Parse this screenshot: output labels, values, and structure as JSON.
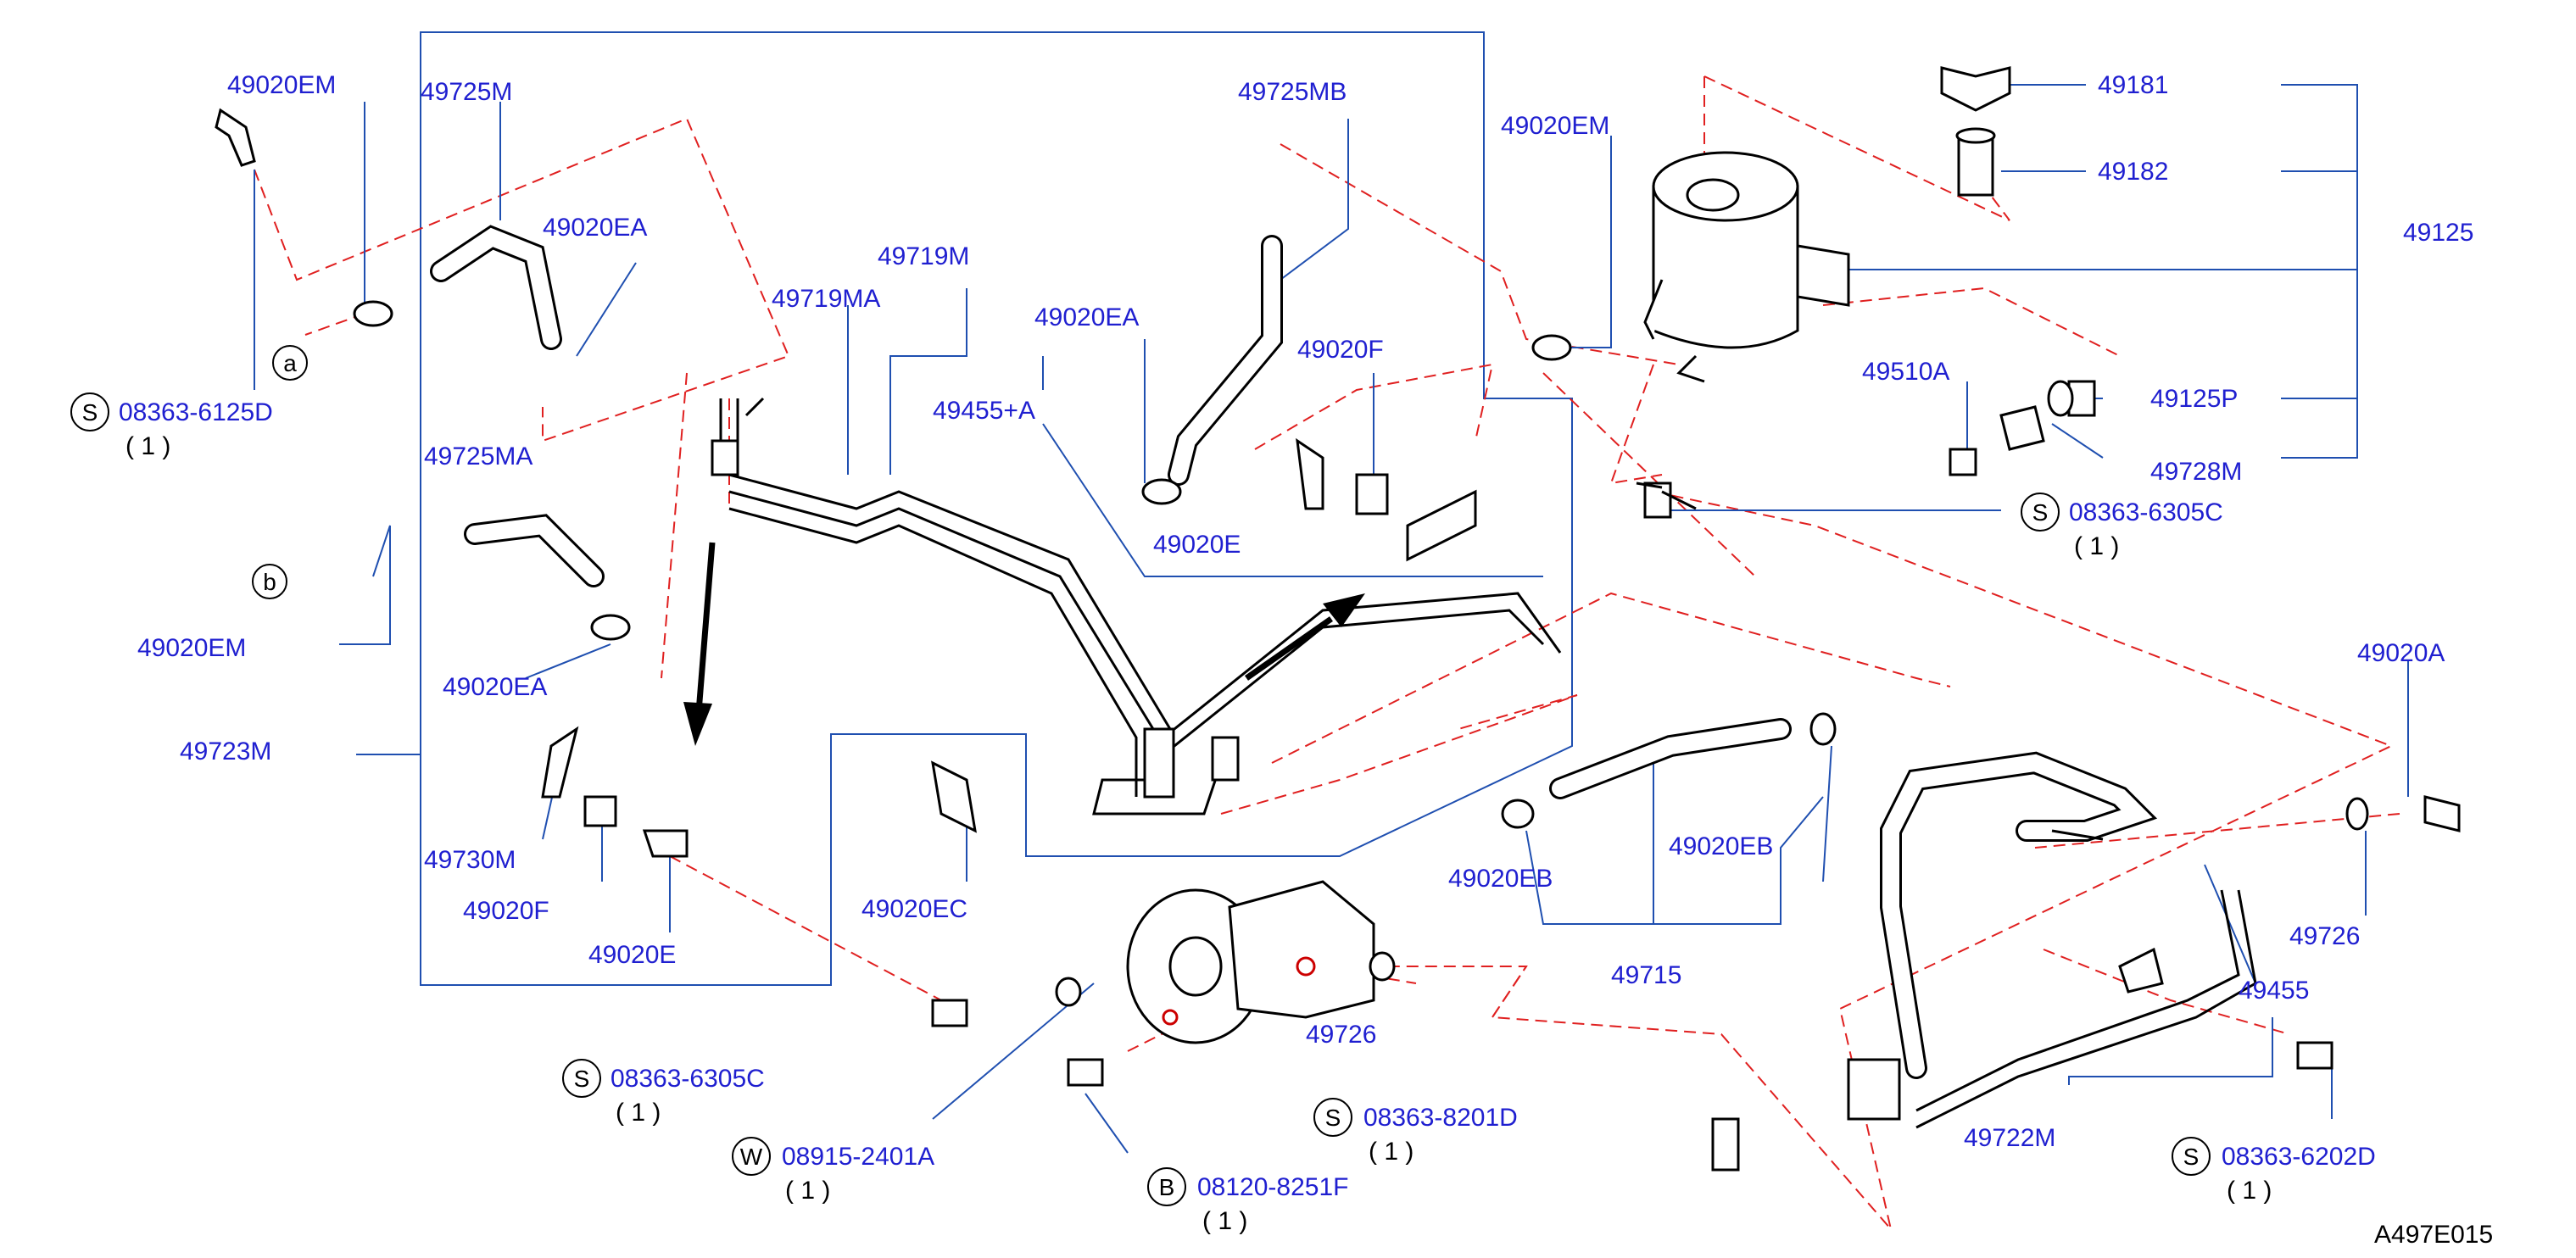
{
  "diagram": {
    "ref_code": "A497E015",
    "parts": [
      {
        "id": "p-49020EM-top",
        "label": "49020EM"
      },
      {
        "id": "p-49725M",
        "label": "49725M"
      },
      {
        "id": "p-49020EA-1",
        "label": "49020EA"
      },
      {
        "id": "p-49719MA",
        "label": "49719MA"
      },
      {
        "id": "p-49719M",
        "label": "49719M"
      },
      {
        "id": "p-49020EA-2",
        "label": "49020EA"
      },
      {
        "id": "p-49725MB",
        "label": "49725MB"
      },
      {
        "id": "p-49455A",
        "label": "49455+A"
      },
      {
        "id": "p-49020F-top",
        "label": "49020F"
      },
      {
        "id": "p-49020E-top",
        "label": "49020E"
      },
      {
        "id": "p-49725MA",
        "label": "49725MA"
      },
      {
        "id": "p-49020EM-b",
        "label": "49020EM"
      },
      {
        "id": "p-49020EA-3",
        "label": "49020EA"
      },
      {
        "id": "p-49723M",
        "label": "49723M"
      },
      {
        "id": "p-49730M",
        "label": "49730M"
      },
      {
        "id": "p-49020F-bot",
        "label": "49020F"
      },
      {
        "id": "p-49020E-bot",
        "label": "49020E"
      },
      {
        "id": "p-49020EC",
        "label": "49020EC"
      },
      {
        "id": "p-49020EM-res",
        "label": "49020EM"
      },
      {
        "id": "p-49181",
        "label": "49181"
      },
      {
        "id": "p-49182",
        "label": "49182"
      },
      {
        "id": "p-49125",
        "label": "49125"
      },
      {
        "id": "p-49510A",
        "label": "49510A"
      },
      {
        "id": "p-49125P",
        "label": "49125P"
      },
      {
        "id": "p-49728M",
        "label": "49728M"
      },
      {
        "id": "p-49020A",
        "label": "49020A"
      },
      {
        "id": "p-49020EB-1",
        "label": "49020EB"
      },
      {
        "id": "p-49020EB-2",
        "label": "49020EB"
      },
      {
        "id": "p-49715",
        "label": "49715"
      },
      {
        "id": "p-49726-r",
        "label": "49726"
      },
      {
        "id": "p-49726-m",
        "label": "49726"
      },
      {
        "id": "p-49455",
        "label": "49455"
      },
      {
        "id": "p-49722M",
        "label": "49722M"
      }
    ],
    "fasteners": [
      {
        "id": "f1",
        "symbol": "S",
        "code": "08363-6125D",
        "qty": "( 1 )"
      },
      {
        "id": "f2",
        "symbol": "S",
        "code": "08363-6305C",
        "qty": "( 1 )"
      },
      {
        "id": "f3",
        "symbol": "S",
        "code": "08363-6305C",
        "qty": "( 1 )"
      },
      {
        "id": "f4",
        "symbol": "W",
        "code": "08915-2401A",
        "qty": "( 1 )"
      },
      {
        "id": "f5",
        "symbol": "B",
        "code": "08120-8251F",
        "qty": "( 1 )"
      },
      {
        "id": "f6",
        "symbol": "S",
        "code": "08363-8201D",
        "qty": "( 1 )"
      },
      {
        "id": "f7",
        "symbol": "S",
        "code": "08363-6202D",
        "qty": "( 1 )"
      }
    ],
    "callouts": [
      {
        "id": "c-a",
        "letter": "a"
      },
      {
        "id": "c-b",
        "letter": "b"
      }
    ]
  }
}
